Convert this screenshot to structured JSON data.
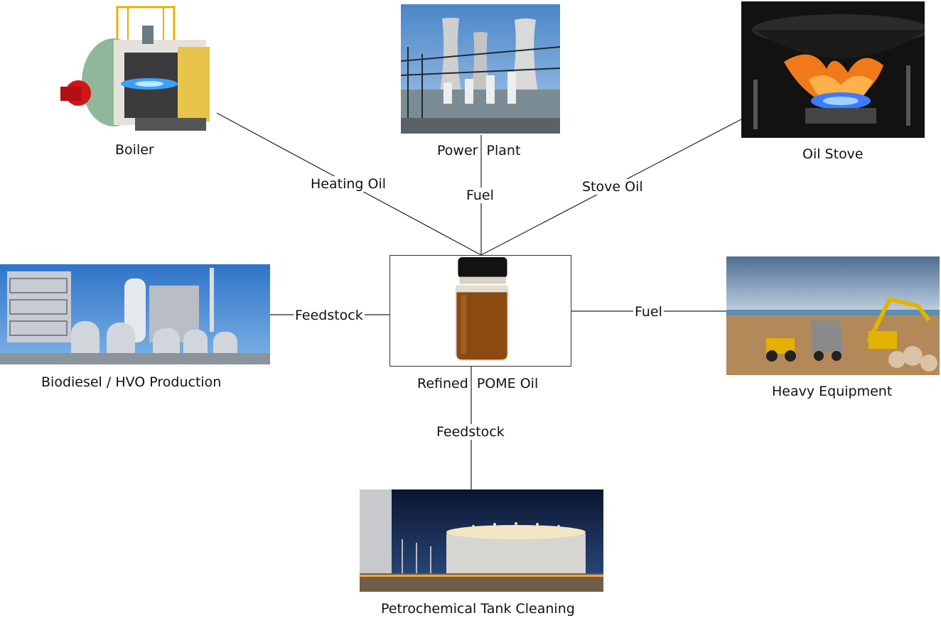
{
  "center": {
    "label": "Refined  POME Oil",
    "image_icon": "oil-bottle-icon"
  },
  "nodes": {
    "boiler": {
      "label": "Boiler",
      "edge_label": "Heating Oil",
      "image_icon": "boiler-icon"
    },
    "power_plant": {
      "label": "Power  Plant",
      "edge_label": "Fuel",
      "image_icon": "power-plant-icon"
    },
    "oil_stove": {
      "label": "Oil Stove",
      "edge_label": "Stove Oil",
      "image_icon": "flame-icon"
    },
    "biodiesel": {
      "label": "Biodiesel / HVO Production",
      "edge_label": "Feedstock",
      "image_icon": "refinery-icon"
    },
    "heavy_equipment": {
      "label": "Heavy Equipment",
      "edge_label": "Fuel",
      "image_icon": "excavator-icon"
    },
    "tank_cleaning": {
      "label": "Petrochemical Tank Cleaning",
      "edge_label": "Feedstock",
      "image_icon": "storage-tank-icon"
    }
  },
  "colors": {
    "line": "#222222",
    "oil": "#8a4a10",
    "sky": "#3f7fc8",
    "night": "#0e1c3a"
  }
}
